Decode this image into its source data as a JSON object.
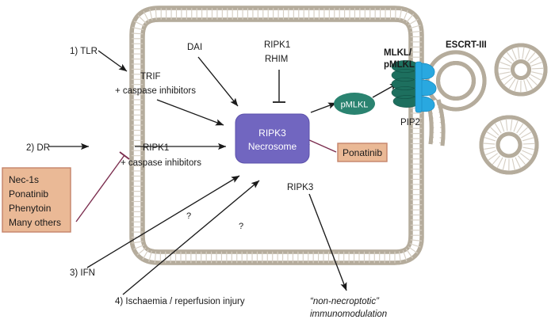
{
  "figure": {
    "title": "RIPK3 necrosome signalling and MLKL-mediated necroptosis pathway",
    "type": "biological-pathway-diagram"
  },
  "colors": {
    "membrane_head": "#b5ac9c",
    "membrane_tail": "#ffffff",
    "membrane_head_stroke": "#9b9183",
    "necrosome_purple": "#7166c0",
    "necrosome_stroke": "#5c51ab",
    "pmlkl_green": "#2a8370",
    "mlkl_disc_green": "#1d6f5e",
    "escrt_blue": "#29a8e0",
    "escrt_label_blue": "#29abe2",
    "drug_box_fill": "#eab996",
    "drug_box_stroke": "#c4836a",
    "drug_text": "#a03a54",
    "inhibitor_line": "#7b2d4e",
    "arrow_black": "#1a1a1a",
    "text_black": "#1a1a1a",
    "mlkl_label_green": "#1d6f5e"
  },
  "labels": {
    "tlr": "1) TLR",
    "dr": "2) DR",
    "ifn": "3) IFN",
    "ischaemia": "4) Ischaemia / reperfusion injury",
    "trif": "TRIF",
    "trif_sub": "+ caspase inhibitors",
    "dai": "DAI",
    "ripk1_top": "RIPK1",
    "rhim": "RHIM",
    "ripk1_mid": "RIPK1",
    "ripk1_mid_sub": "+ caspase inhibitors",
    "ripk3_free": "RIPK3",
    "pip2": "PIP2",
    "escrt": "ESCRT-III",
    "mlkl_line1": "MLKL/",
    "mlkl_line2": "pMLKL",
    "pmlkl_oval": "pMLKL",
    "question_1": "?",
    "question_2": "?",
    "outcome_line1": "“non-necroptotic”",
    "outcome_line2": "immunomodulation"
  },
  "necrosome_box": {
    "line1": "RIPK3",
    "line2": "Necrosome"
  },
  "drug_boxes": [
    {
      "name": "inhibitor-panel",
      "lines": [
        "Nec-1s",
        "Ponatinib",
        "Phenytoin",
        "Many others"
      ]
    },
    {
      "name": "ponatinib-box",
      "lines": [
        "Ponatinib"
      ]
    }
  ]
}
